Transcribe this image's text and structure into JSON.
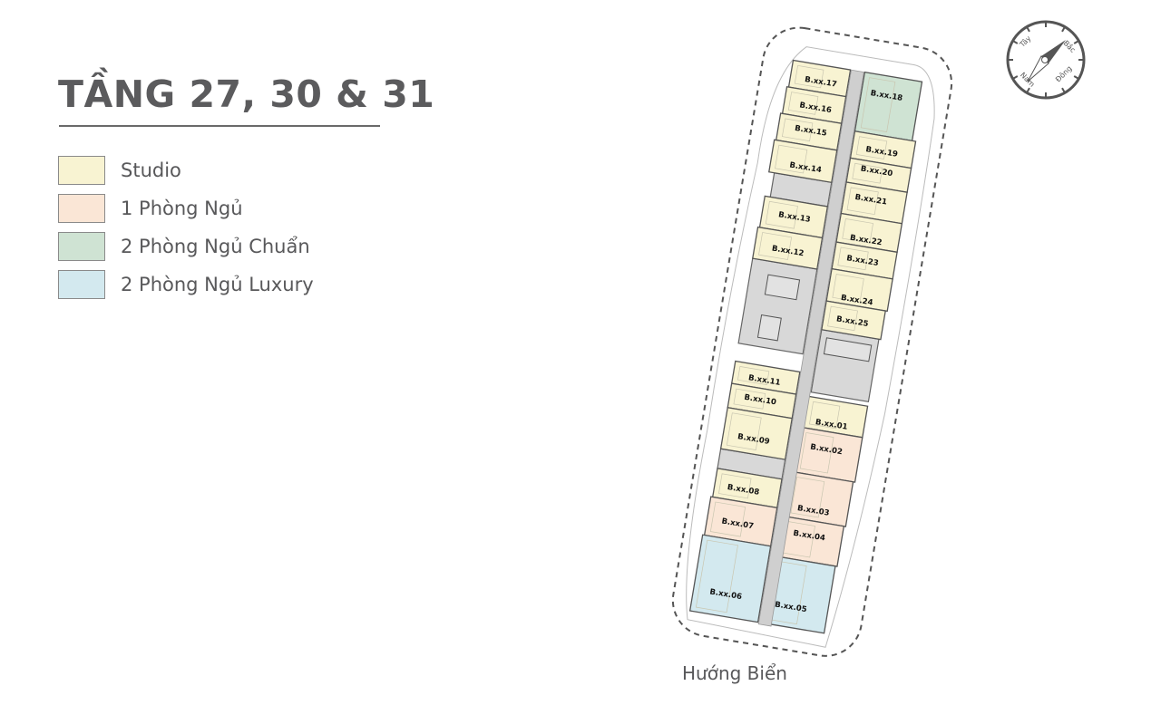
{
  "title": "TẦNG 27, 30 & 31",
  "legend": [
    {
      "label": "Studio",
      "color": "#f8f3d2"
    },
    {
      "label": "1 Phòng Ngủ",
      "color": "#fae6d6"
    },
    {
      "label": "2 Phòng Ngủ Chuẩn",
      "color": "#cfe3d3"
    },
    {
      "label": "2 Phòng Ngủ Luxury",
      "color": "#d3e9ef"
    }
  ],
  "compass": {
    "north": "Bắc",
    "south": "Nam",
    "east": "Đông",
    "west": "Tây"
  },
  "orientation_label": "Hướng Biển",
  "units": [
    {
      "id": "B.xx.17",
      "type": 0
    },
    {
      "id": "B.xx.16",
      "type": 0
    },
    {
      "id": "B.xx.15",
      "type": 0
    },
    {
      "id": "B.xx.14",
      "type": 0
    },
    {
      "id": "B.xx.13",
      "type": 0
    },
    {
      "id": "B.xx.12",
      "type": 0
    },
    {
      "id": "B.xx.11",
      "type": 0
    },
    {
      "id": "B.xx.10",
      "type": 0
    },
    {
      "id": "B.xx.09",
      "type": 0
    },
    {
      "id": "B.xx.08",
      "type": 0
    },
    {
      "id": "B.xx.07",
      "type": 1
    },
    {
      "id": "B.xx.06",
      "type": 3
    },
    {
      "id": "B.xx.18",
      "type": 2
    },
    {
      "id": "B.xx.19",
      "type": 0
    },
    {
      "id": "B.xx.20",
      "type": 0
    },
    {
      "id": "B.xx.21",
      "type": 0
    },
    {
      "id": "B.xx.22",
      "type": 0
    },
    {
      "id": "B.xx.23",
      "type": 0
    },
    {
      "id": "B.xx.24",
      "type": 0
    },
    {
      "id": "B.xx.25",
      "type": 0
    },
    {
      "id": "B.xx.01",
      "type": 0
    },
    {
      "id": "B.xx.02",
      "type": 1
    },
    {
      "id": "B.xx.03",
      "type": 1
    },
    {
      "id": "B.xx.04",
      "type": 1
    },
    {
      "id": "B.xx.05",
      "type": 3
    }
  ]
}
